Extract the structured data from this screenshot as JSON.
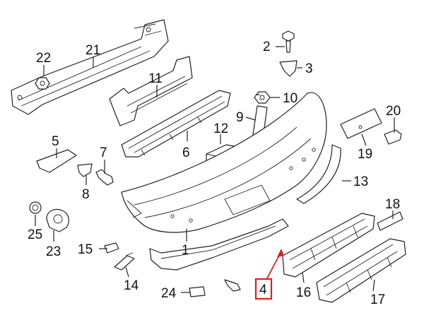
{
  "diagram": {
    "callouts": [
      {
        "id": "p1",
        "label": "1"
      },
      {
        "id": "p2",
        "label": "2"
      },
      {
        "id": "p3",
        "label": "3"
      },
      {
        "id": "p4",
        "label": "4"
      },
      {
        "id": "p5",
        "label": "5"
      },
      {
        "id": "p6",
        "label": "6"
      },
      {
        "id": "p7",
        "label": "7"
      },
      {
        "id": "p8",
        "label": "8"
      },
      {
        "id": "p9",
        "label": "9"
      },
      {
        "id": "p10",
        "label": "10"
      },
      {
        "id": "p11",
        "label": "11"
      },
      {
        "id": "p12",
        "label": "12"
      },
      {
        "id": "p13",
        "label": "13"
      },
      {
        "id": "p14",
        "label": "14"
      },
      {
        "id": "p15",
        "label": "15"
      },
      {
        "id": "p16",
        "label": "16"
      },
      {
        "id": "p17",
        "label": "17"
      },
      {
        "id": "p18",
        "label": "18"
      },
      {
        "id": "p19",
        "label": "19"
      },
      {
        "id": "p20",
        "label": "20"
      },
      {
        "id": "p21",
        "label": "21"
      },
      {
        "id": "p22",
        "label": "22"
      },
      {
        "id": "p23",
        "label": "23"
      },
      {
        "id": "p24",
        "label": "24"
      },
      {
        "id": "p25",
        "label": "25"
      }
    ],
    "highlighted_part": "4",
    "colors": {
      "line": "#222222",
      "highlight": "#e01e1e",
      "background": "#ffffff"
    }
  }
}
